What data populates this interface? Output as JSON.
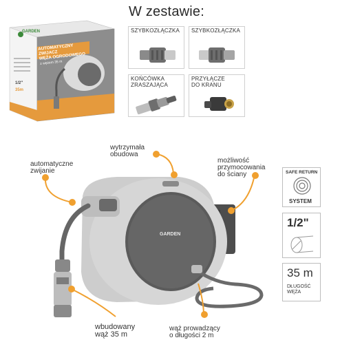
{
  "heading": "W zestawie:",
  "box": {
    "brand": "GARDEN",
    "title_line1": "AUTOMATYCZNY ZWIJACZ",
    "title_line2": "WĘŻA OGRODOWEGO",
    "subtitle": "z wężem 35 m",
    "side_size": "1/2\"",
    "side_length": "35m"
  },
  "accessories": [
    {
      "label_line1": "SZYBKOZŁĄCZKA",
      "label_line2": ""
    },
    {
      "label_line1": "SZYBKOZŁĄCZKA",
      "label_line2": ""
    },
    {
      "label_line1": "KOŃCÓWKA",
      "label_line2": "ZRASZAJĄCA"
    },
    {
      "label_line1": "PRZYŁĄCZE",
      "label_line2": "DO KRANU"
    }
  ],
  "callouts": {
    "auto_line1": "automatyczne",
    "auto_line2": "zwijanie",
    "durable_line1": "wytrzymała",
    "durable_line2": "obudowa",
    "mount_line1": "możliwość",
    "mount_line2": "przymocowania",
    "mount_line3": "do ściany",
    "hose_line1": "wbudowany",
    "hose_line2": "wąż 35 m",
    "lead_line1": "wąż prowadzący",
    "lead_line2": "o długości 2 m"
  },
  "reel_logo": "GARDEN",
  "badges": {
    "safe_return_top": "SAFE RETURN",
    "safe_return_bottom": "SYSTEM",
    "size": "1/2\"",
    "length_value": "35 m",
    "length_line1": "DŁUGOŚĆ",
    "length_line2": "WĘŻA"
  },
  "colors": {
    "accent": "#f0a02f",
    "reel_light": "#c9c9c9",
    "reel_dark": "#5a5a5a",
    "box_orange": "#e59a3d"
  }
}
